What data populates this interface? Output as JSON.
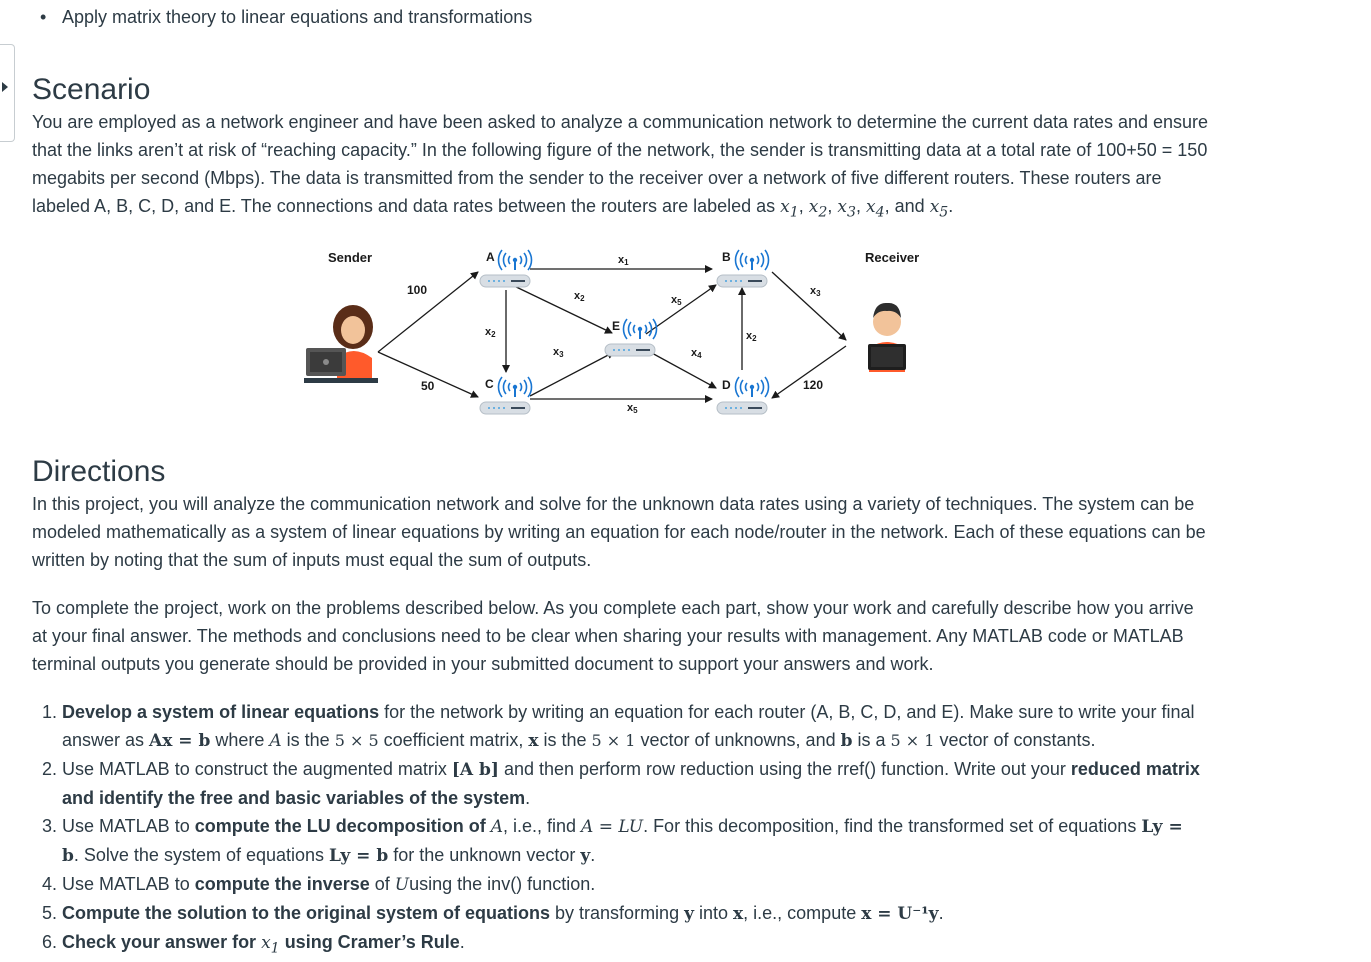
{
  "top_bullet": "Apply matrix theory to linear equations and transformations",
  "scenario": {
    "heading": "Scenario",
    "text_main": "You are employed as a network engineer and have been asked to analyze a communication network to determine the current data rates and ensure that the links aren’t at risk of “reaching capacity.” In the following figure of the network, the sender is transmitting data at a total rate of 100+50 = 150 megabits per second (Mbps). The data is transmitted from the sender to the receiver over a network of five different routers. These routers are labeled A, B, C, D, and E. The connections and data rates between the routers are labeled as ",
    "vars": [
      "x",
      "1",
      "x",
      "2",
      "x",
      "3",
      "x",
      "4",
      "x",
      "5"
    ],
    "sep_comma": ", ",
    "sep_and": ", and ",
    "end": "."
  },
  "figure": {
    "sender_label": "Sender",
    "receiver_label": "Receiver",
    "router_a": "A",
    "router_b": "B",
    "router_c": "C",
    "router_d": "D",
    "router_e": "E",
    "rate_100": "100",
    "rate_50": "50",
    "rate_120": "120",
    "edge_x1": "x",
    "edge_x1_sub": "1",
    "edge_ae": "x",
    "edge_ae_sub": "2",
    "edge_ac": "x",
    "edge_ac_sub": "2",
    "edge_ce": "x",
    "edge_ce_sub": "3",
    "edge_eb": "x",
    "edge_eb_sub": "5",
    "edge_ed": "x",
    "edge_ed_sub": "4",
    "edge_bd": "x",
    "edge_bd_sub": "2",
    "edge_b_recv": "x",
    "edge_b_recv_sub": "3",
    "edge_cd": "x",
    "edge_cd_sub": "5",
    "colors": {
      "line": "#1a1a1a",
      "wifi": "#1976d2",
      "router_body": "#d8dee4",
      "shirt": "#ff5a2b",
      "hair": "#5a2d18",
      "skin": "#f2c39a"
    }
  },
  "directions": {
    "heading": "Directions",
    "para1": "In this project, you will analyze the communication network and solve for the unknown data rates using a variety of techniques. The system can be modeled mathematically as a system of linear equations by writing an equation for each node/router in the network. Each of these equations can be written by noting that the sum of inputs must equal the sum of outputs.",
    "para2": "To complete the project, work on the problems described below. As you complete each part, show your work and carefully describe how you arrive at your final answer. The methods and conclusions need to be clear when sharing your results with management. Any MATLAB code or MATLAB terminal outputs you generate should be provided in your submitted document to support your answers and work.",
    "items": [
      {
        "num": "1.",
        "bold": "Develop a system of linear equations",
        "t1": " for the network by writing an equation for each router (A, B, C, D, and E). Make sure to write your final answer as ",
        "m1": "Ax = b",
        "t2": " where ",
        "m2": "A",
        "t3": " is the ",
        "m3": "5 × 5",
        "t4": " coefficient matrix, ",
        "m4": "x",
        "t5": " is the ",
        "m5": "5 × 1",
        "t6": " vector of unknowns, and ",
        "m6": "b",
        "t7": " is a ",
        "m7": "5 × 1",
        "t8": " vector of constants."
      },
      {
        "num": "2.",
        "t1": "Use MATLAB to construct the augmented matrix ",
        "m1": "[A b]",
        "t2": " and then perform row reduction using the rref() function. Write out your ",
        "bold": "reduced matrix and identify the free and basic variables of the system",
        "t3": "."
      },
      {
        "num": "3.",
        "t1": " Use MATLAB to ",
        "bold": "compute the LU decomposition of ",
        "m1": "A",
        "t2": ", i.e., find ",
        "m2": "A = LU",
        "t3": ". For this decomposition, find the transformed set of equations ",
        "m3": "Ly = b",
        "t4": ". Solve the system of equations ",
        "m4": "Ly = b",
        "t5": " for the unknown vector ",
        "m5": "y",
        "t6": "."
      },
      {
        "num": "4.",
        "t1": "Use MATLAB to ",
        "bold": "compute the inverse",
        "t2": " of ",
        "m1": "U",
        "t3": "using the inv() function."
      },
      {
        "num": "5.",
        "bold": "Compute the solution to the original system of equations",
        "t1": " by transforming ",
        "m1": "y",
        "t2": " into ",
        "m2": "x",
        "t3": ", i.e., compute ",
        "m3": "x = U⁻¹y",
        "t4": "."
      },
      {
        "num": "6.",
        "bold": "Check your answer for ",
        "m1": "x",
        "m1_sub": "1",
        "bold2": " using Cramer’s Rule",
        "t1": "."
      }
    ]
  }
}
